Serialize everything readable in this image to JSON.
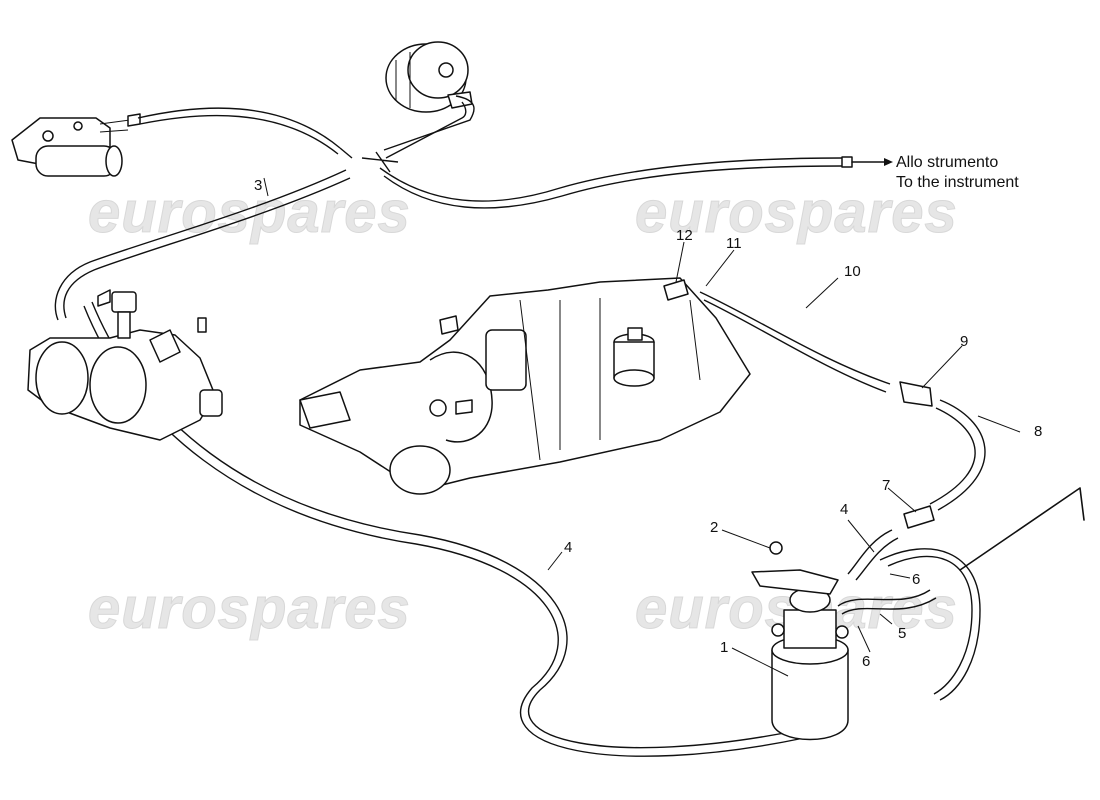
{
  "watermark": "eurospares",
  "destination": {
    "line1": "Allo strumento",
    "line2": "To the instrument"
  },
  "callouts": [
    "1",
    "2",
    "3",
    "4",
    "4",
    "5",
    "6",
    "6",
    "7",
    "8",
    "9",
    "10",
    "11",
    "12"
  ],
  "colors": {
    "ink": "#111111",
    "watermark": "#e6e6e6",
    "background": "#ffffff"
  }
}
